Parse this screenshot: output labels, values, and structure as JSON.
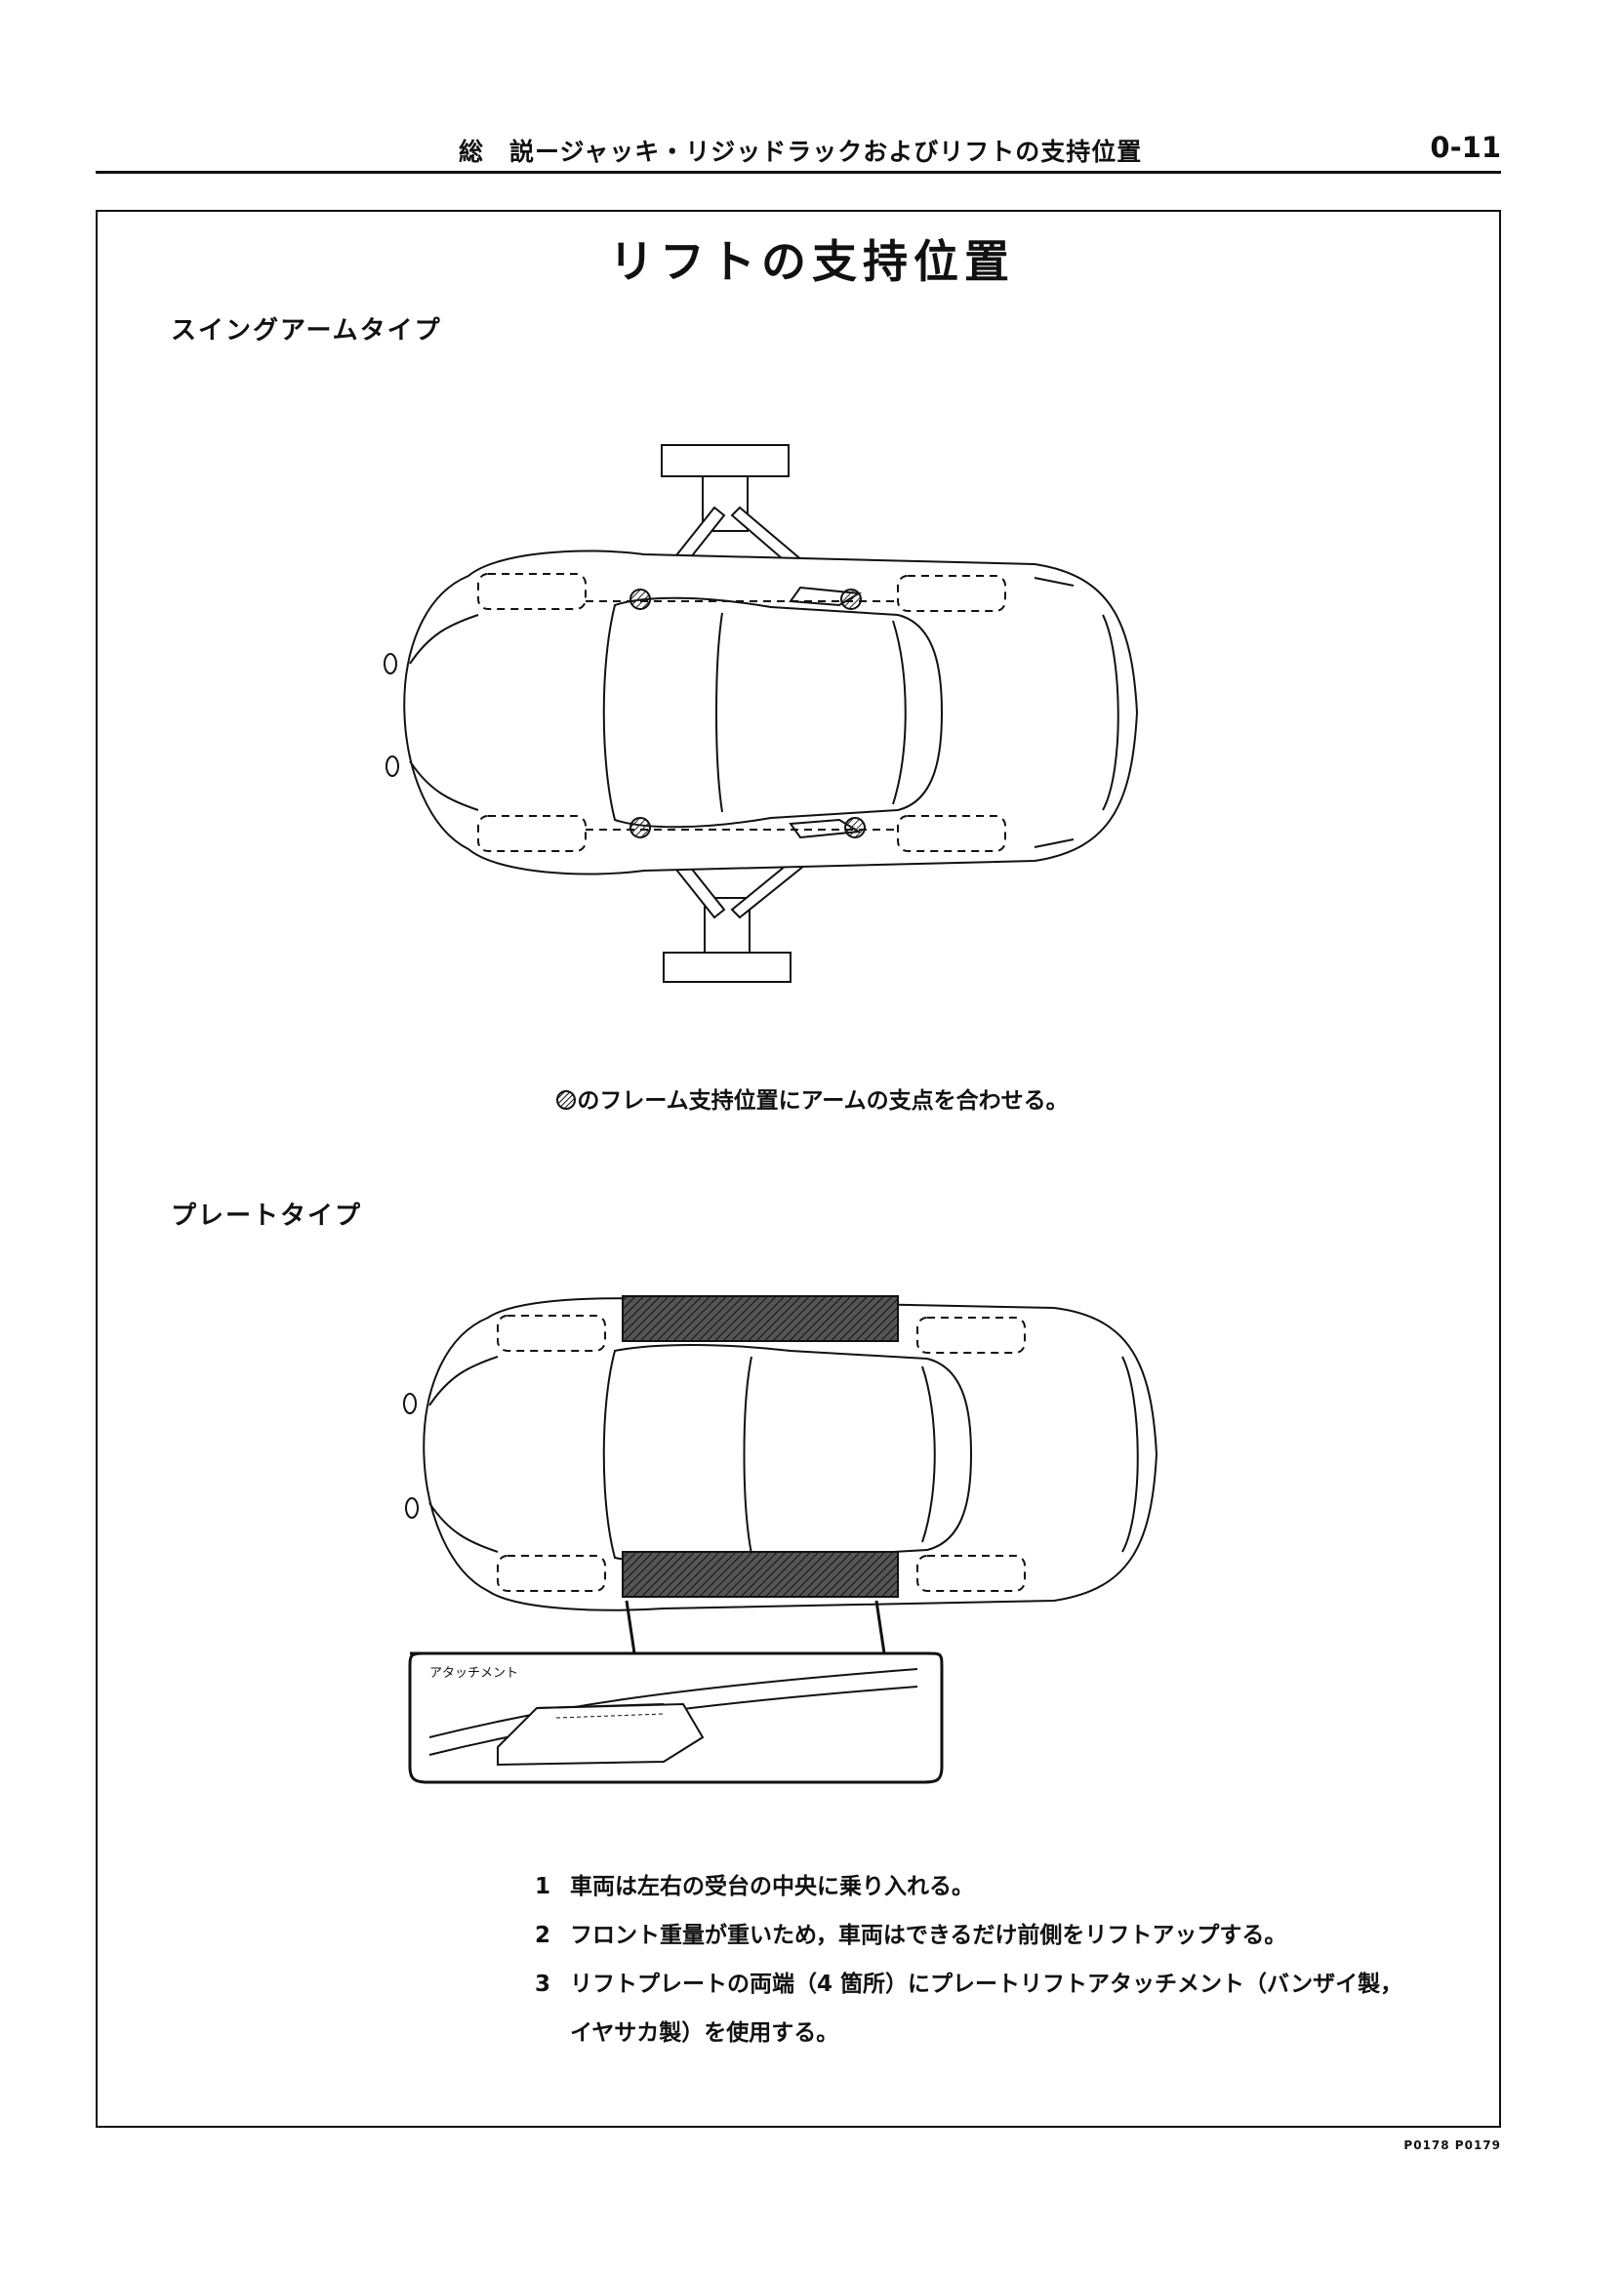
{
  "header": {
    "title": "総　説ージャッキ・リジッドラックおよびリフトの支持位置",
    "page_number": "0-11"
  },
  "main_title": "リフトの支持位置",
  "sections": {
    "swing_arm": {
      "heading": "スイングアームタイプ",
      "caption": "のフレーム支持位置にアームの支点を合わせる。"
    },
    "plate": {
      "heading": "プレートタイプ",
      "callout_label": "アタッチメント"
    }
  },
  "notes": [
    {
      "num": "1",
      "text": "車両は左右の受台の中央に乗り入れる。"
    },
    {
      "num": "2",
      "text": "フロント重量が重いため，車両はできるだけ前側をリフトアップする。"
    },
    {
      "num": "3",
      "text": "リフトプレートの両端（4 箇所）にプレートリフトアタッチメント（バンザイ製，",
      "continuation": "イヤサカ製）を使用する。"
    }
  ],
  "figure_codes": "P0178  P0179"
}
